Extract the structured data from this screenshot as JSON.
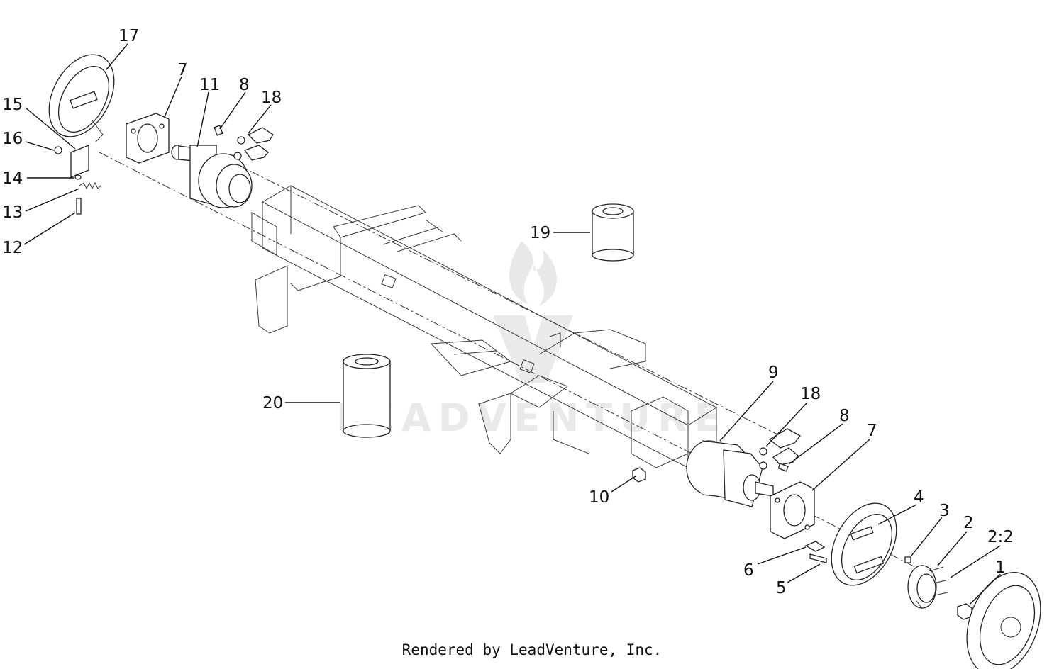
{
  "callouts": [
    {
      "id": "c17",
      "label": "17"
    },
    {
      "id": "c7a",
      "label": "7"
    },
    {
      "id": "c11",
      "label": "11"
    },
    {
      "id": "c8a",
      "label": "8"
    },
    {
      "id": "c18a",
      "label": "18"
    },
    {
      "id": "c15",
      "label": "15"
    },
    {
      "id": "c16",
      "label": "16"
    },
    {
      "id": "c14",
      "label": "14"
    },
    {
      "id": "c13",
      "label": "13"
    },
    {
      "id": "c12",
      "label": "12"
    },
    {
      "id": "c19",
      "label": "19"
    },
    {
      "id": "c9",
      "label": "9"
    },
    {
      "id": "c18b",
      "label": "18"
    },
    {
      "id": "c8b",
      "label": "8"
    },
    {
      "id": "c7b",
      "label": "7"
    },
    {
      "id": "c20",
      "label": "20"
    },
    {
      "id": "c10",
      "label": "10"
    },
    {
      "id": "c4",
      "label": "4"
    },
    {
      "id": "c3",
      "label": "3"
    },
    {
      "id": "c2",
      "label": "2"
    },
    {
      "id": "c22",
      "label": "2:2"
    },
    {
      "id": "c1",
      "label": "1"
    },
    {
      "id": "c6",
      "label": "6"
    },
    {
      "id": "c5",
      "label": "5"
    }
  ],
  "watermark": "LEADVENTURE",
  "footer": "Rendered by LeadVenture, Inc."
}
